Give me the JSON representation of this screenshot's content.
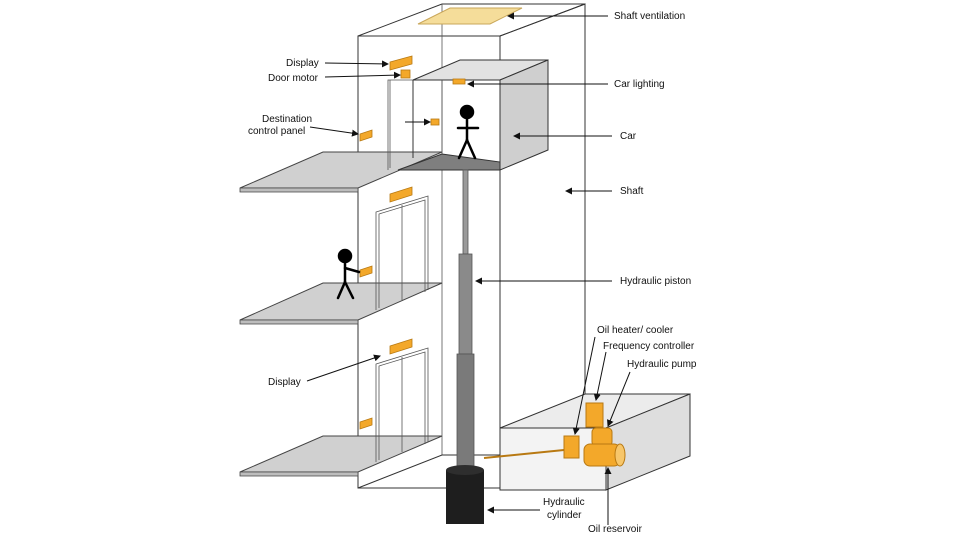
{
  "colors": {
    "component": "#f3a82a",
    "component_edge": "#b87912",
    "shaft_fill": "#ececec",
    "floor_fill": "#d0d0d0",
    "cylinder": "#1e1e1e",
    "piston": "#8a8a8a"
  },
  "labels": {
    "shaft_ventilation": "Shaft ventilation",
    "display_top": "Display",
    "door_motor": "Door motor",
    "car_lighting": "Car lighting",
    "destination_control_panel_line1": "Destination",
    "destination_control_panel_line2": "control panel",
    "car": "Car",
    "shaft": "Shaft",
    "hydraulic_piston": "Hydraulic piston",
    "oil_heater_cooler": "Oil heater/ cooler",
    "frequency_controller": "Frequency controller",
    "hydraulic_pump": "Hydraulic pump",
    "display_bottom": "Display",
    "hydraulic_cylinder_line1": "Hydraulic",
    "hydraulic_cylinder_line2": "cylinder",
    "oil_reservoir": "Oil reservoir"
  },
  "icons": [
    "person-icon",
    "person-icon"
  ]
}
